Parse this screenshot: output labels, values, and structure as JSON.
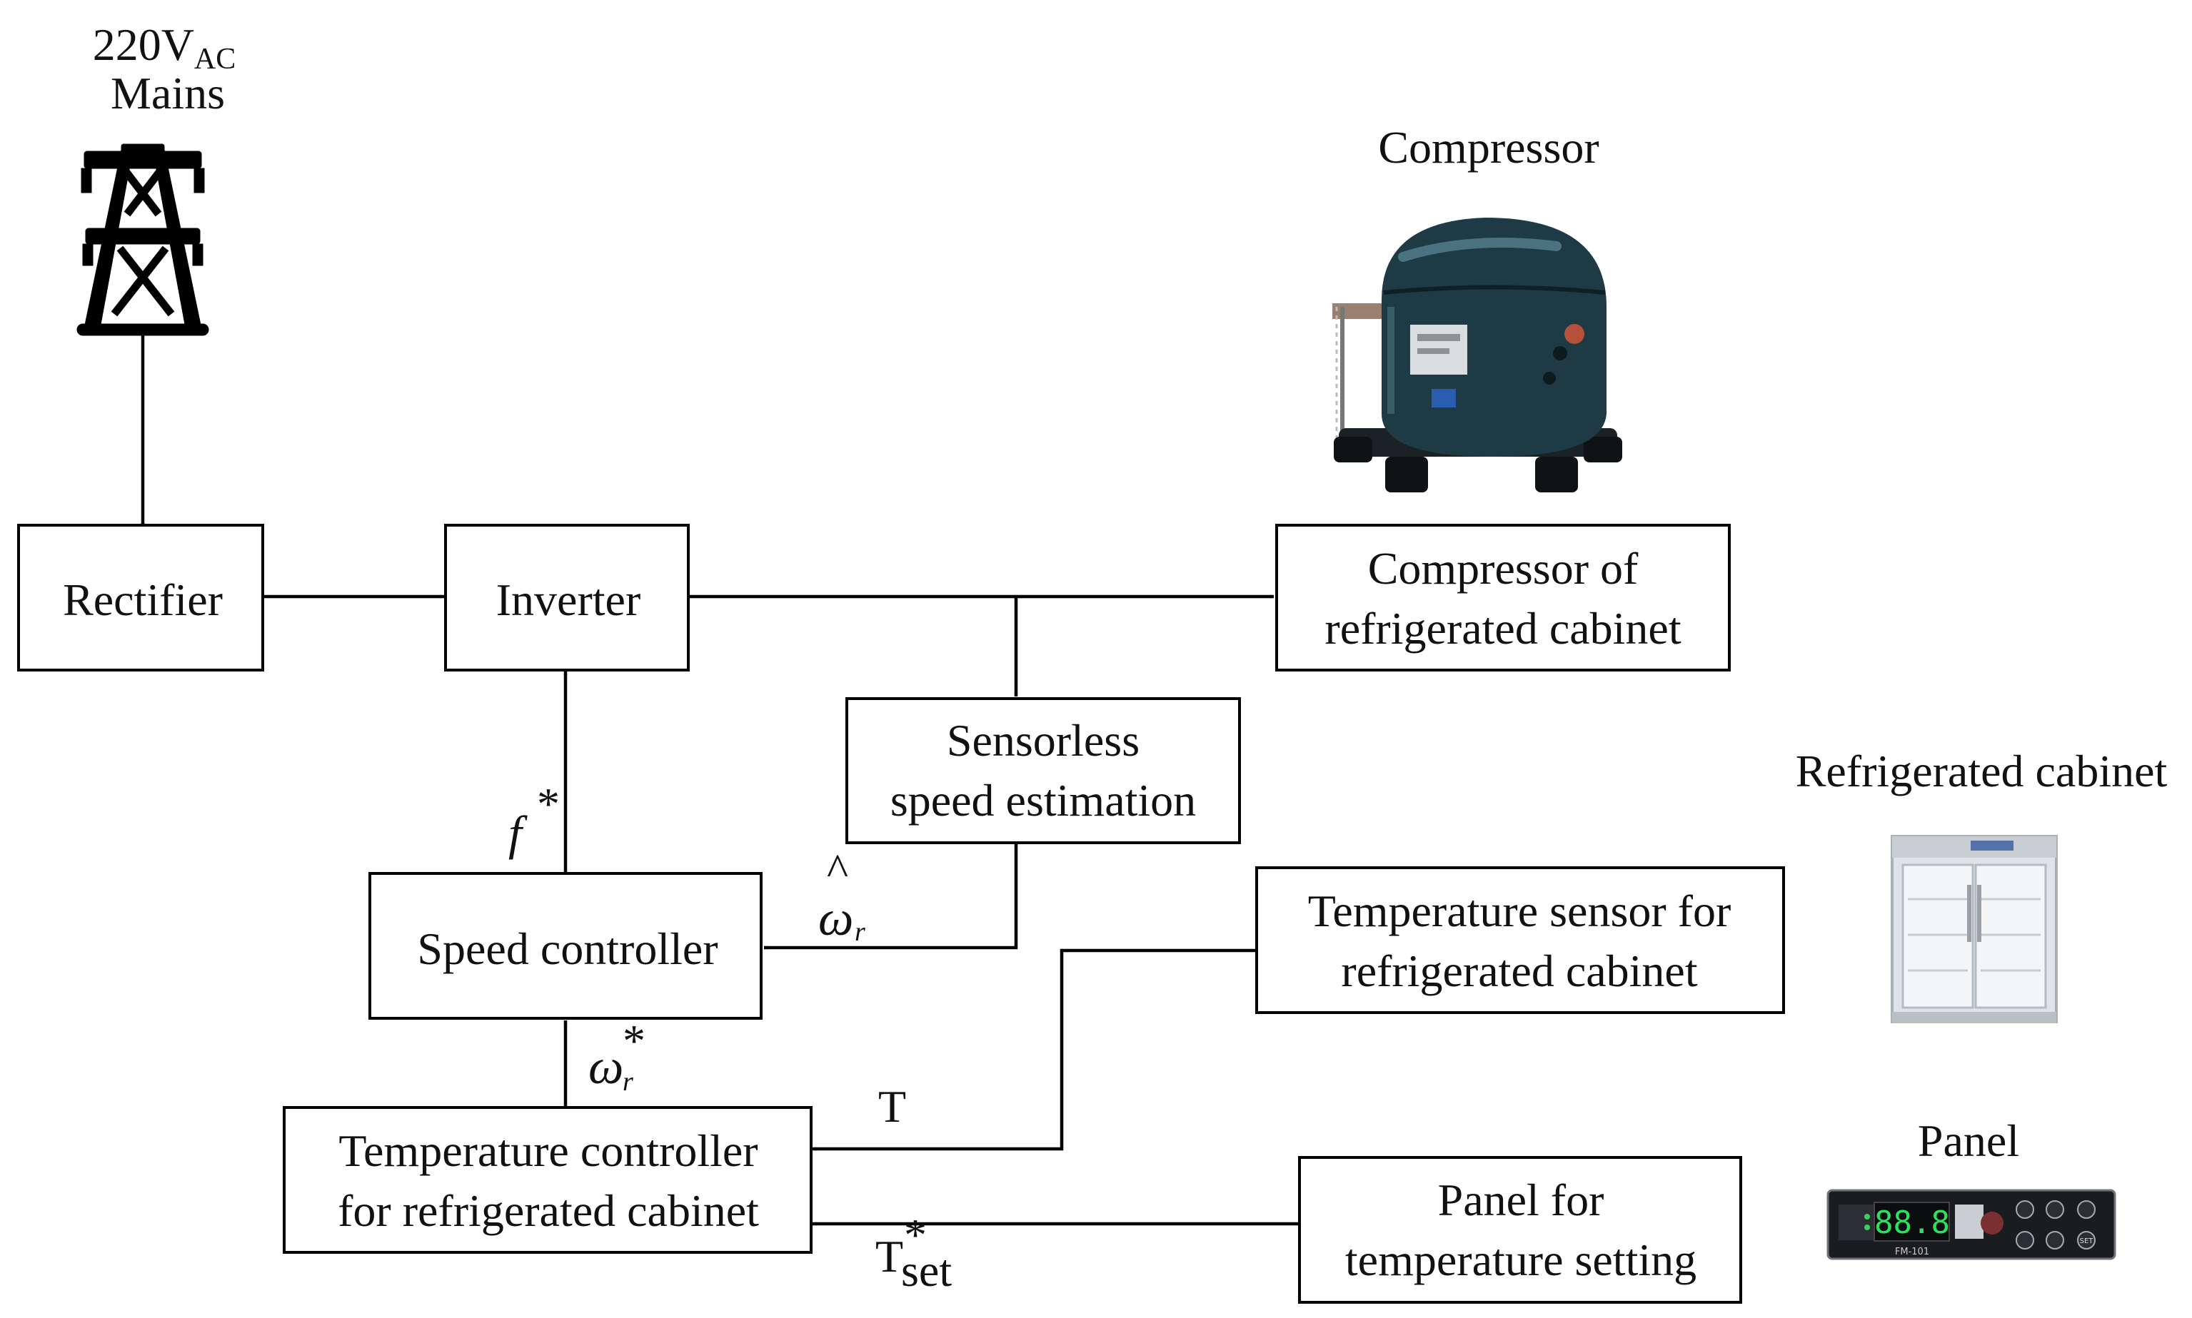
{
  "mains": {
    "voltage": "220V",
    "subscript": "AC",
    "label": "Mains",
    "icon": "transmission-tower-icon"
  },
  "pictures": {
    "compressor": {
      "caption": "Compressor",
      "body_color": "#1e3a44"
    },
    "cabinet": {
      "caption": "Refrigerated cabinet"
    },
    "panel": {
      "caption": "Panel",
      "display_text": "88.8",
      "model_text": "FM-101",
      "set_label": "SET"
    }
  },
  "blocks": {
    "rectifier": "Rectifier",
    "inverter": "Inverter",
    "compressor_block": {
      "line1": "Compressor of",
      "line2": "refrigerated cabinet"
    },
    "sensorless": {
      "line1": "Sensorless",
      "line2": "speed estimation"
    },
    "speed_controller": "Speed controller",
    "temp_sensor": {
      "line1": "Temperature sensor for",
      "line2": "refrigerated cabinet"
    },
    "temp_controller": {
      "line1": "Temperature controller",
      "line2": "for refrigerated cabinet"
    },
    "panel_block": {
      "line1": "Panel for",
      "line2": "temperature setting"
    }
  },
  "signals": {
    "f_ref": {
      "base": "f",
      "sup": "*"
    },
    "omega_hat": {
      "hat": "^",
      "base": "ω",
      "sub": "r"
    },
    "omega_ref": {
      "base": "ω",
      "sub": "r",
      "sup": "*"
    },
    "temp": "T",
    "temp_set": {
      "base": "T",
      "sub": "set",
      "sup": "*"
    }
  }
}
